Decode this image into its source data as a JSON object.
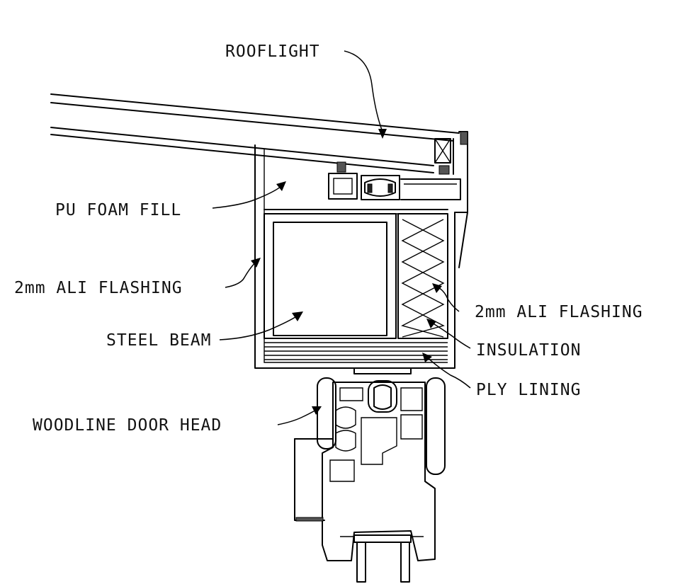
{
  "labels": {
    "rooflight": "ROOFLIGHT",
    "pu_foam_fill": "PU FOAM FILL",
    "ali_flashing_left": "2mm ALI FLASHING",
    "ali_flashing_right": "2mm ALI FLASHING",
    "steel_beam": "STEEL BEAM",
    "insulation": "INSULATION",
    "ply_lining": "PLY LINING",
    "woodline_door_head": "WOODLINE DOOR HEAD"
  },
  "colors": {
    "line": "#000000",
    "background": "#ffffff",
    "seal": "#555555"
  }
}
